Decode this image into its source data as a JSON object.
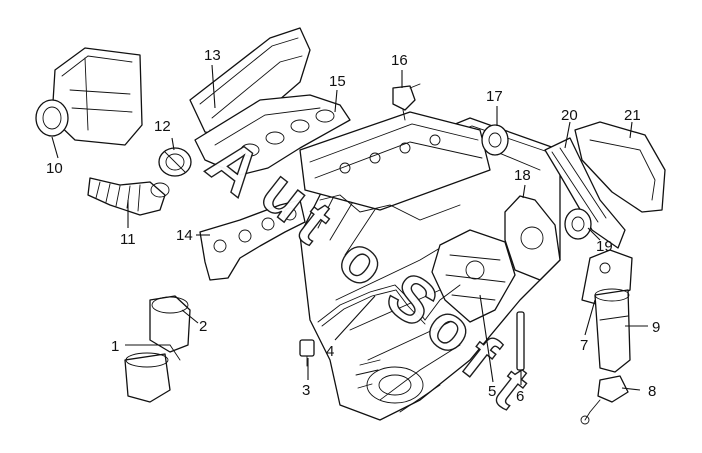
{
  "watermark": {
    "letters": [
      "A",
      "u",
      "t",
      "o",
      "S",
      "o",
      "f",
      "t"
    ]
  },
  "callouts": [
    {
      "number": "1"
    },
    {
      "number": "2"
    },
    {
      "number": "3"
    },
    {
      "number": "4"
    },
    {
      "number": "5"
    },
    {
      "number": "6"
    },
    {
      "number": "7"
    },
    {
      "number": "8"
    },
    {
      "number": "9"
    },
    {
      "number": "10"
    },
    {
      "number": "11"
    },
    {
      "number": "12"
    },
    {
      "number": "13"
    },
    {
      "number": "14"
    },
    {
      "number": "15"
    },
    {
      "number": "16"
    },
    {
      "number": "17"
    },
    {
      "number": "18"
    },
    {
      "number": "19"
    },
    {
      "number": "20"
    },
    {
      "number": "21"
    }
  ]
}
